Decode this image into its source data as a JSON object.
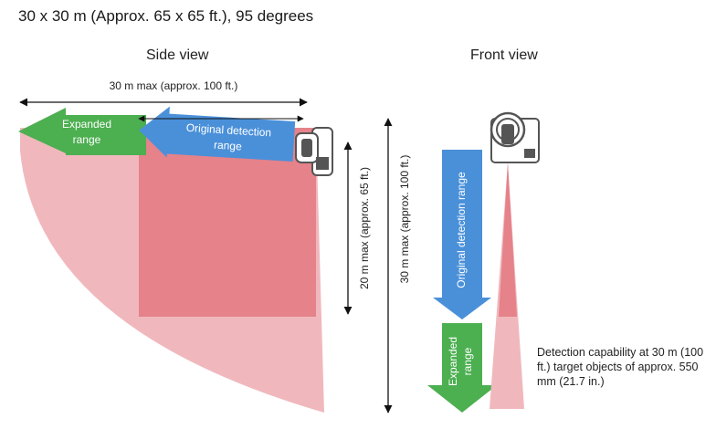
{
  "title": "30 x 30 m (Approx. 65 x 65 ft.), 95 degrees",
  "views": {
    "side": "Side view",
    "front": "Front view"
  },
  "dimensions": {
    "width_max": "30 m max (approx. 100 ft.)",
    "height_max": "20 m max (approx. 65 ft.)",
    "front_max": "30 m max (approx. 100 ft.)"
  },
  "arrows": {
    "expanded_side": [
      "Expanded",
      "range"
    ],
    "original_side": [
      "Original detection",
      "range"
    ],
    "original_front": "Original detection range",
    "expanded_front": [
      "Expanded",
      "range"
    ]
  },
  "note": "Detection capability at 30 m (100 ft.) target objects of approx. 550 mm (21.7 in.)",
  "colors": {
    "green": "#4caf50",
    "blue": "#4a90d9",
    "dark_pink": "#e5828a",
    "light_pink": "#f0b8bd",
    "device": "#555555"
  },
  "icons": [
    "side-view-detector-icon",
    "front-view-detector-icon"
  ]
}
